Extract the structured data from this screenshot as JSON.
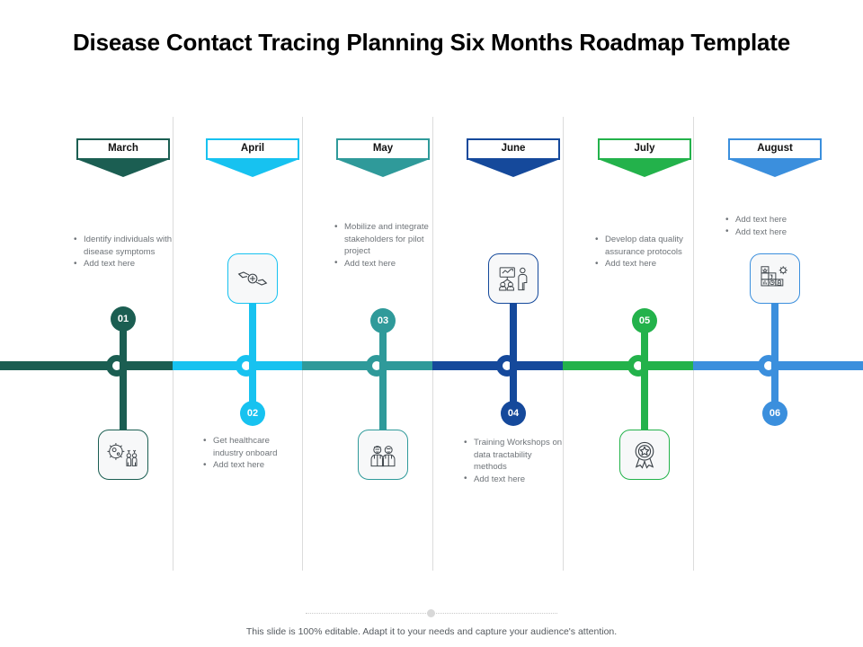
{
  "slide": {
    "title": "Disease Contact Tracing Planning Six Months Roadmap Template",
    "footer_note": "This slide is 100% editable. Adapt it to your needs and capture your audience's attention."
  },
  "colors": {
    "march": "#1b5e52",
    "april": "#17c2f0",
    "may": "#2f9a9a",
    "june": "#15499b",
    "july": "#23b24b",
    "august": "#3b8fdd"
  },
  "milestones": [
    {
      "id": "march",
      "month": "March",
      "number": "01",
      "color": "#1b5e52",
      "side": "top",
      "icon": "virus-people-icon",
      "bullets": [
        "Identify individuals with disease symptoms",
        "Add text here"
      ]
    },
    {
      "id": "april",
      "month": "April",
      "number": "02",
      "color": "#17c2f0",
      "side": "bottom",
      "icon": "hands-care-cross-icon",
      "bullets": [
        "Get healthcare industry onboard",
        "Add text here"
      ]
    },
    {
      "id": "may",
      "month": "May",
      "number": "03",
      "color": "#2f9a9a",
      "side": "top",
      "icon": "two-stakeholders-icon",
      "bullets": [
        "Mobilize and integrate stakeholders for pilot project",
        "Add text here"
      ]
    },
    {
      "id": "june",
      "month": "June",
      "number": "04",
      "color": "#15499b",
      "side": "bottom",
      "icon": "training-presentation-icon",
      "bullets": [
        "Training Workshops on data tractability methods",
        "Add text here"
      ]
    },
    {
      "id": "july",
      "month": "July",
      "number": "05",
      "color": "#23b24b",
      "side": "top",
      "icon": "quality-award-badge-icon",
      "bullets": [
        "Develop data quality assurance protocols",
        "Add text here"
      ]
    },
    {
      "id": "august",
      "month": "August",
      "number": "06",
      "color": "#3b8fdd",
      "side": "bottom",
      "icon": "modules-gear-grid-icon",
      "bullets": [
        "Add text here",
        "Add text here"
      ]
    }
  ]
}
